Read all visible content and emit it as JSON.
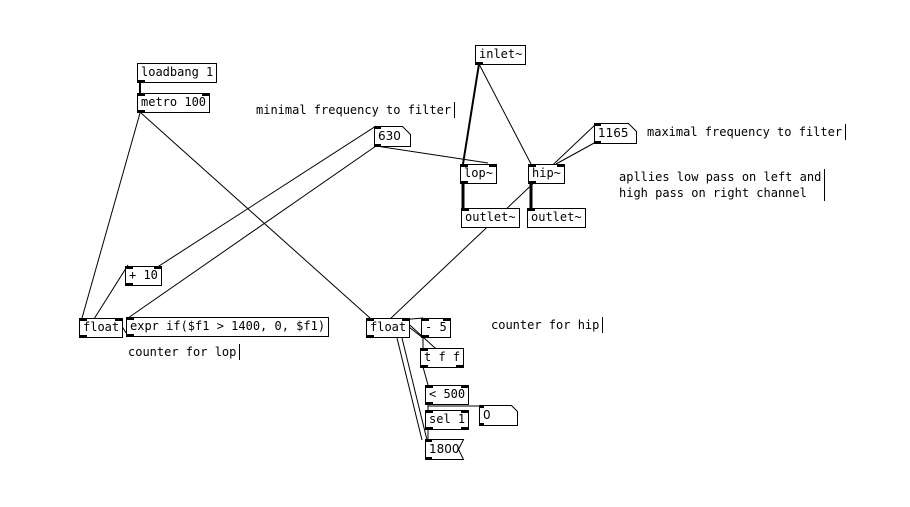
{
  "patch": {
    "objects": [
      {
        "id": "loadbang",
        "text": "loadbang 1"
      },
      {
        "id": "metro",
        "text": "metro 100"
      },
      {
        "id": "inlet",
        "text": "inlet~"
      },
      {
        "id": "lop",
        "text": "lop~"
      },
      {
        "id": "hip",
        "text": "hip~"
      },
      {
        "id": "outlet-left",
        "text": "outlet~"
      },
      {
        "id": "outlet-right",
        "text": "outlet~"
      },
      {
        "id": "plus10",
        "text": "+ 10"
      },
      {
        "id": "float-lop",
        "text": "float"
      },
      {
        "id": "expr",
        "text": "expr if($f1 > 1400, 0, $f1)"
      },
      {
        "id": "float-hip",
        "text": "float"
      },
      {
        "id": "minus5",
        "text": "- 5"
      },
      {
        "id": "trigger",
        "text": "t f f"
      },
      {
        "id": "less500",
        "text": "< 500"
      },
      {
        "id": "sel1",
        "text": "sel 1"
      }
    ],
    "number_boxes": [
      {
        "id": "min-freq",
        "value": "630"
      },
      {
        "id": "max-freq",
        "value": "1165"
      },
      {
        "id": "zero-box",
        "value": "0"
      }
    ],
    "messages": [
      {
        "id": "msg-1800",
        "text": "1800"
      }
    ],
    "comments": [
      {
        "id": "min-freq-comment",
        "text": "minimal frequency to filter"
      },
      {
        "id": "max-freq-comment",
        "text": "maximal frequency to filter"
      },
      {
        "id": "description-comment",
        "text": "apllies low pass on left and\nhigh pass on right channel"
      },
      {
        "id": "lop-counter-comment",
        "text": "counter for lop"
      },
      {
        "id": "hip-counter-comment",
        "text": "counter for hip"
      }
    ]
  }
}
